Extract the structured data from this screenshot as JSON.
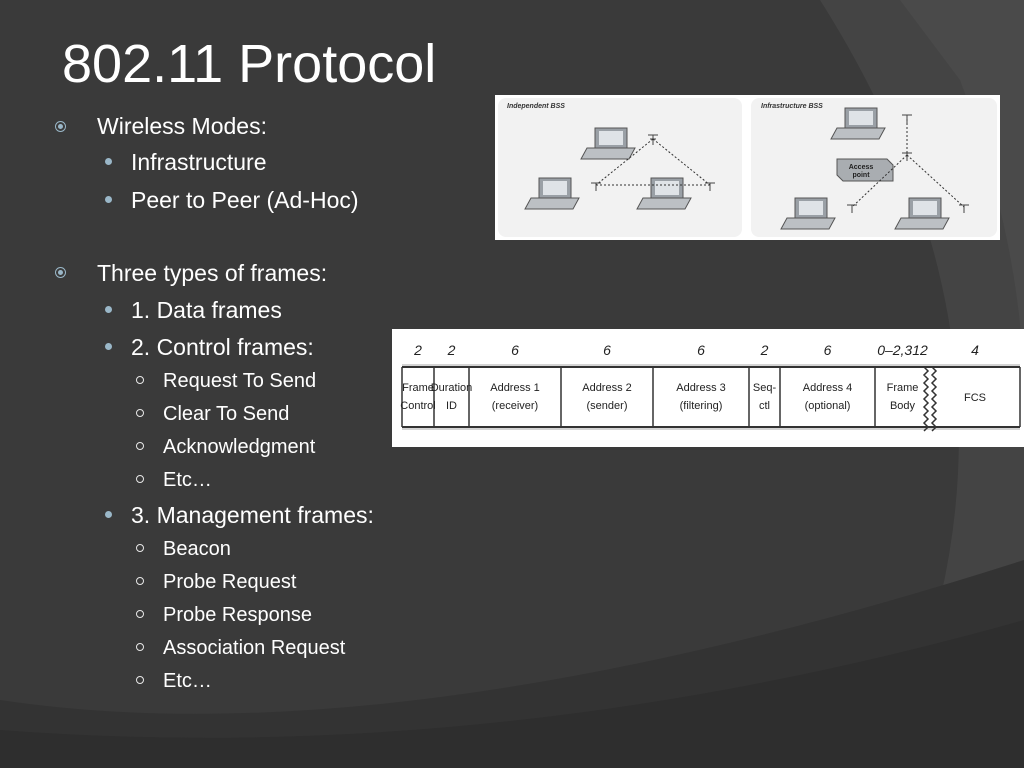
{
  "slide": {
    "title": "802.11 Protocol",
    "bullets": {
      "wireless_modes": "Wireless Modes:",
      "infrastructure": "Infrastructure",
      "peer_to_peer": "Peer to Peer (Ad-Hoc)",
      "three_types": "Three types of frames:",
      "data_frames": "1. Data frames",
      "control_frames": "2. Control frames:",
      "control_items": [
        "Request To Send",
        "Clear To Send",
        "Acknowledgment",
        "Etc…"
      ],
      "management_frames": "3. Management frames:",
      "management_items": [
        "Beacon",
        "Probe Request",
        "Probe Response",
        "Association Request",
        "Etc…"
      ]
    }
  },
  "bss_figure": {
    "left_label": "Independent BSS",
    "right_label": "Infrastructure BSS",
    "access_point_label_line1": "Access",
    "access_point_label_line2": "point"
  },
  "frame_figure": {
    "fields": [
      {
        "size": "2",
        "line1": "Frame",
        "line2": "Control"
      },
      {
        "size": "2",
        "line1": "Duration",
        "line2": "ID"
      },
      {
        "size": "6",
        "line1": "Address 1",
        "line2": "(receiver)"
      },
      {
        "size": "6",
        "line1": "Address 2",
        "line2": "(sender)"
      },
      {
        "size": "6",
        "line1": "Address 3",
        "line2": "(filtering)"
      },
      {
        "size": "2",
        "line1": "Seq-",
        "line2": "ctl"
      },
      {
        "size": "6",
        "line1": "Address 4",
        "line2": "(optional)"
      },
      {
        "size": "0–2,312",
        "line1": "Frame",
        "line2": "Body"
      },
      {
        "size": "4",
        "line1": "FCS",
        "line2": ""
      }
    ]
  },
  "colors": {
    "background": "#3b3b3b",
    "bullet_accent": "#9ab7c8",
    "text": "#ffffff"
  }
}
